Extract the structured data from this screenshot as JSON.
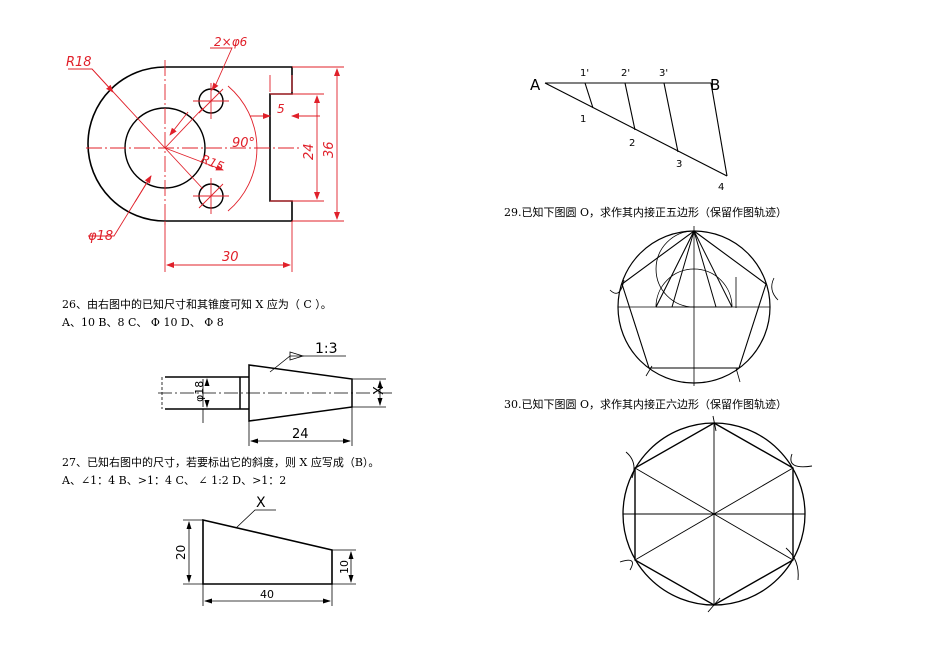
{
  "questions": {
    "q26": {
      "prompt": "26、由右图中的已知尺寸和其锥度可知 X 应为（  C  ）。",
      "options": "A、10        B、8        C、 Φ 10      D、 Φ 8"
    },
    "q27": {
      "prompt": "27、已知右图中的尺寸，若要标出它的斜度，则 X 应写成（B）。",
      "options": "A、∠1：4   B、>1：4    C、  ∠ 1:2   D、>1：2"
    },
    "q29": {
      "prompt": "29.已知下图圆 O，求作其内接正五边形（保留作图轨迹）"
    },
    "q30": {
      "prompt": "30.已知下图圆 O，求作其内接正六边形（保留作图轨迹）"
    }
  },
  "fig_part": {
    "r18": "R18",
    "holes": "2×φ6",
    "angle": "90°",
    "r15": "R15",
    "d18": "φ18",
    "dim5": "5",
    "dim24": "24",
    "dim36": "36",
    "dim30": "30"
  },
  "fig_taper": {
    "taper": "1:3",
    "dia": "φ18",
    "x": "X",
    "len": "24"
  },
  "fig_slope": {
    "x": "X",
    "h20": "20",
    "h10": "10",
    "len": "40"
  },
  "fig_divide": {
    "a": "A",
    "b": "B",
    "p1p": "1'",
    "p2p": "2'",
    "p3p": "3'",
    "p1": "1",
    "p2": "2",
    "p3": "3",
    "p4": "4"
  },
  "colors": {
    "dimension": "#e0202a",
    "outline": "#000000"
  }
}
